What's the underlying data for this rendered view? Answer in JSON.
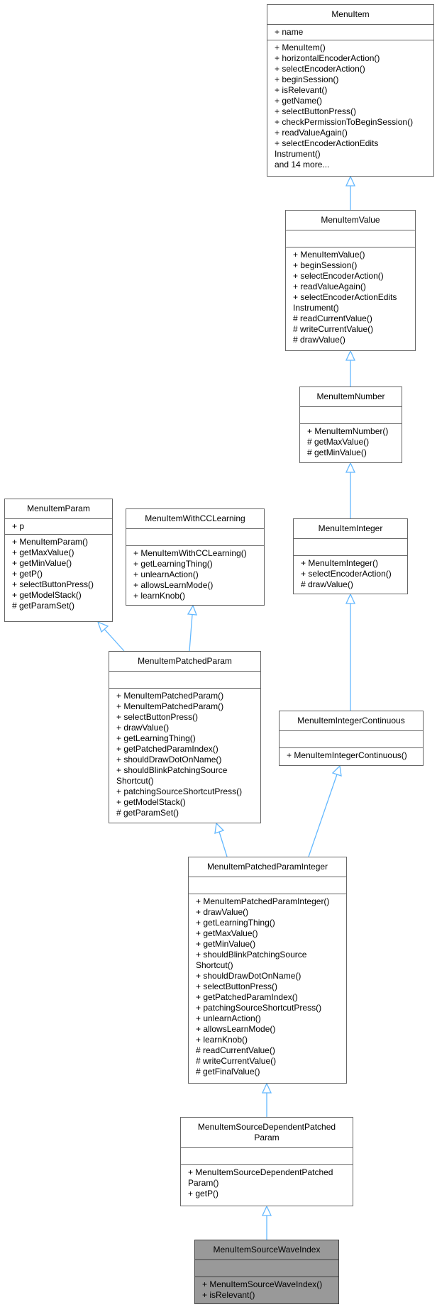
{
  "accent": "#63b8ff",
  "classes": {
    "menuItem": {
      "title": "MenuItem",
      "attributes": [
        "+ name"
      ],
      "methods": [
        "+ MenuItem()",
        "+ horizontalEncoderAction()",
        "+ selectEncoderAction()",
        "+ beginSession()",
        "+ isRelevant()",
        "+ getName()",
        "+ selectButtonPress()",
        "+ checkPermissionToBeginSession()",
        "+ readValueAgain()",
        "+ selectEncoderActionEdits",
        "Instrument()",
        "and 14 more..."
      ]
    },
    "menuItemValue": {
      "title": "MenuItemValue",
      "attributes": [],
      "methods": [
        "+ MenuItemValue()",
        "+ beginSession()",
        "+ selectEncoderAction()",
        "+ readValueAgain()",
        "+ selectEncoderActionEdits",
        "Instrument()",
        "# readCurrentValue()",
        "# writeCurrentValue()",
        "# drawValue()"
      ]
    },
    "menuItemNumber": {
      "title": "MenuItemNumber",
      "attributes": [],
      "methods": [
        "+ MenuItemNumber()",
        "# getMaxValue()",
        "# getMinValue()"
      ]
    },
    "menuItemParam": {
      "title": "MenuItemParam",
      "attributes": [
        "+ p"
      ],
      "methods": [
        "+ MenuItemParam()",
        "+ getMaxValue()",
        "+ getMinValue()",
        "+ getP()",
        "+ selectButtonPress()",
        "+ getModelStack()",
        "# getParamSet()"
      ]
    },
    "menuItemWithCCLearning": {
      "title": "MenuItemWithCCLearning",
      "attributes": [],
      "methods": [
        "+ MenuItemWithCCLearning()",
        "+ getLearningThing()",
        "+ unlearnAction()",
        "+ allowsLearnMode()",
        "+ learnKnob()"
      ]
    },
    "menuItemInteger": {
      "title": "MenuItemInteger",
      "attributes": [],
      "methods": [
        "+ MenuItemInteger()",
        "+ selectEncoderAction()",
        "# drawValue()"
      ]
    },
    "menuItemPatchedParam": {
      "title": "MenuItemPatchedParam",
      "attributes": [],
      "methods": [
        "+ MenuItemPatchedParam()",
        "+ MenuItemPatchedParam()",
        "+ selectButtonPress()",
        "+ drawValue()",
        "+ getLearningThing()",
        "+ getPatchedParamIndex()",
        "+ shouldDrawDotOnName()",
        "+ shouldBlinkPatchingSource",
        "Shortcut()",
        "+ patchingSourceShortcutPress()",
        "+ getModelStack()",
        "# getParamSet()"
      ]
    },
    "menuItemIntegerContinuous": {
      "title": "MenuItemIntegerContinuous",
      "attributes": [],
      "methods": [
        "+ MenuItemIntegerContinuous()"
      ]
    },
    "menuItemPatchedParamInteger": {
      "title": "MenuItemPatchedParamInteger",
      "attributes": [],
      "methods": [
        "+ MenuItemPatchedParamInteger()",
        "+ drawValue()",
        "+ getLearningThing()",
        "+ getMaxValue()",
        "+ getMinValue()",
        "+ shouldBlinkPatchingSource",
        "Shortcut()",
        "+ shouldDrawDotOnName()",
        "+ selectButtonPress()",
        "+ getPatchedParamIndex()",
        "+ patchingSourceShortcutPress()",
        "+ unlearnAction()",
        "+ allowsLearnMode()",
        "+ learnKnob()",
        "# readCurrentValue()",
        "# writeCurrentValue()",
        "# getFinalValue()"
      ]
    },
    "menuItemSourceDependentPatchedParam": {
      "title": "MenuItemSourceDependentPatched\nParam",
      "attributes": [],
      "methods": [
        "+ MenuItemSourceDependentPatched",
        "Param()",
        "+ getP()"
      ]
    },
    "menuItemSourceWaveIndex": {
      "title": "MenuItemSourceWaveIndex",
      "attributes": [],
      "methods": [
        "+ MenuItemSourceWaveIndex()",
        "+ isRelevant()"
      ]
    }
  },
  "inheritance": [
    [
      "menuItemValue",
      "menuItem"
    ],
    [
      "menuItemNumber",
      "menuItemValue"
    ],
    [
      "menuItemInteger",
      "menuItemNumber"
    ],
    [
      "menuItemIntegerContinuous",
      "menuItemInteger"
    ],
    [
      "menuItemPatchedParam",
      "menuItemParam"
    ],
    [
      "menuItemPatchedParam",
      "menuItemWithCCLearning"
    ],
    [
      "menuItemPatchedParamInteger",
      "menuItemPatchedParam"
    ],
    [
      "menuItemPatchedParamInteger",
      "menuItemIntegerContinuous"
    ],
    [
      "menuItemSourceDependentPatchedParam",
      "menuItemPatchedParamInteger"
    ],
    [
      "menuItemSourceWaveIndex",
      "menuItemSourceDependentPatchedParam"
    ]
  ]
}
